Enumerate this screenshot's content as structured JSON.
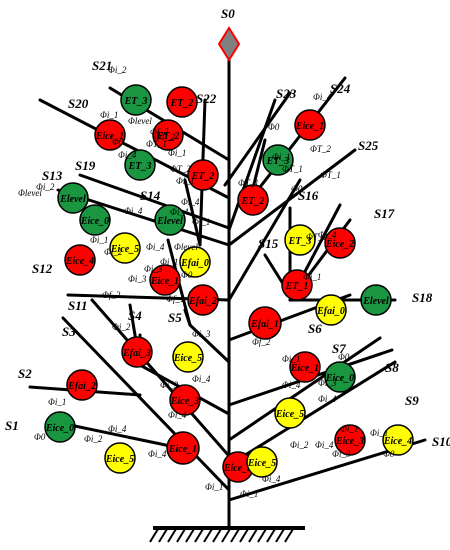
{
  "colors": {
    "red": "#ff0000",
    "green": "#1a9641",
    "yellow": "#ffff00",
    "diamond": "#808080",
    "diamond_border": "#ff0000",
    "line": "#000000"
  },
  "top_label": "S0",
  "labels": [
    "S1",
    "S2",
    "S3",
    "S4",
    "S5",
    "S6",
    "S7",
    "S8",
    "S9",
    "S10",
    "S11",
    "S12",
    "S13",
    "S14",
    "S15",
    "S16",
    "S17",
    "S18",
    "S19",
    "S20",
    "S21",
    "S22",
    "S23",
    "S24",
    "S25"
  ],
  "nodes": [
    {
      "text": "Eice_0",
      "color": "green"
    },
    {
      "text": "Eice_5",
      "color": "yellow"
    },
    {
      "text": "Eice_1",
      "color": "red"
    },
    {
      "text": "Efai_2",
      "color": "red"
    },
    {
      "text": "Efai_3",
      "color": "red"
    },
    {
      "text": "Eice_5",
      "color": "yellow"
    },
    {
      "text": "Eice_3",
      "color": "red"
    },
    {
      "text": "Eice_2",
      "color": "red"
    },
    {
      "text": "Eice_5",
      "color": "yellow"
    },
    {
      "text": "Eice_3",
      "color": "red"
    },
    {
      "text": "Eice_4",
      "color": "yellow"
    },
    {
      "text": "Eice_5",
      "color": "yellow"
    },
    {
      "text": "Eice_1",
      "color": "red"
    },
    {
      "text": "Eice_0",
      "color": "green"
    },
    {
      "text": "Efai_1",
      "color": "red"
    },
    {
      "text": "Efai_0",
      "color": "yellow"
    },
    {
      "text": "Elevel",
      "color": "green"
    },
    {
      "text": "ET_1",
      "color": "red"
    },
    {
      "text": "ET_3",
      "color": "yellow"
    },
    {
      "text": "Eice_2",
      "color": "red"
    },
    {
      "text": "Efai_2",
      "color": "red"
    },
    {
      "text": "Eice_1",
      "color": "red"
    },
    {
      "text": "Efai_0",
      "color": "yellow"
    },
    {
      "text": "Elevel",
      "color": "green"
    },
    {
      "text": "Eice_5",
      "color": "yellow"
    },
    {
      "text": "Eice_4",
      "color": "red"
    },
    {
      "text": "Eice_0",
      "color": "green"
    },
    {
      "text": "Elevel",
      "color": "green"
    },
    {
      "text": "ET_2",
      "color": "red"
    },
    {
      "text": "ET_2",
      "color": "red"
    },
    {
      "text": "ET_2",
      "color": "red"
    },
    {
      "text": "ET_3",
      "color": "green"
    },
    {
      "text": "Eice_1",
      "color": "red"
    },
    {
      "text": "ET_3",
      "color": "green"
    },
    {
      "text": "ET_2",
      "color": "red"
    },
    {
      "text": "ET_3",
      "color": "green"
    },
    {
      "text": "Eice_1",
      "color": "red"
    }
  ],
  "edge_labels": [
    "Φ0",
    "Φi_2",
    "Φi_4",
    "Φi_1",
    "Φi_4",
    "Φi_3",
    "Φi_4",
    "Φi_2",
    "Φi_4",
    "Φi_3",
    "Φi_1",
    "Φi_1",
    "Φi_4",
    "Φi_2",
    "Φi_4",
    "Φi_3",
    "Φ0",
    "Φi_1",
    "Φi_1",
    "Φi_4",
    "Φi_3",
    "Φi_4",
    "Φ0",
    "Φi_1",
    "Φf_2",
    "Φf_1",
    "Φi_3",
    "Φi_2",
    "Φi_1",
    "Φi_4",
    "Φi_3",
    "Φi_1",
    "Φ0",
    "Φlevel",
    "Φi_1",
    "Φi_4",
    "Φlevel",
    "Φi_2",
    "Φi_4",
    "Φi_4",
    "Φf_2",
    "Φlevel",
    "Φi_1",
    "Φi_2",
    "Φ0",
    "Φi_4",
    "ΦT_1",
    "ΦT_2",
    "Φi_1",
    "ΦT_2",
    "Φi_1",
    "ΦT_1",
    "Φ0",
    "Φi_1",
    "ΦT_1",
    "Φ0",
    "Φi_4",
    "ΦT_2",
    "ΦT_1",
    "ΦT_1",
    "Φi_4",
    "Φi_1",
    "Φf_2"
  ]
}
